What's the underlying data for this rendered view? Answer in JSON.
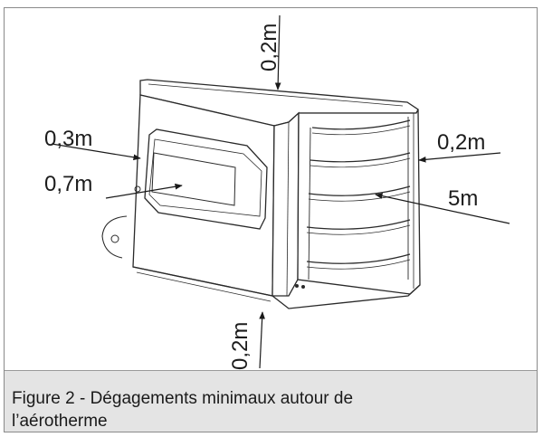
{
  "figure": {
    "dimensions": {
      "top": "0,2m",
      "left_upper": "0,3m",
      "left_lower": "0,7m",
      "right_upper": "0,2m",
      "right_lower": "5m",
      "bottom": "0,2m"
    },
    "caption_line1": "Figure 2 - Dégagements minimaux autour de",
    "caption_line2": "l’aérotherme"
  }
}
